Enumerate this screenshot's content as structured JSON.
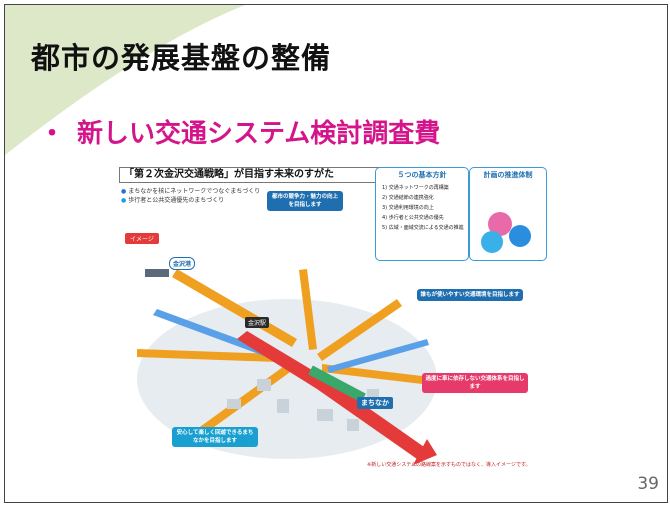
{
  "slide": {
    "title": "都市の発展基盤の整備",
    "bullet_marker": "・",
    "bullet_text": "新しい交通システム検討調査費",
    "page_number": "39"
  },
  "figure": {
    "title": "「第２次金沢交通戦略」が目指す未来のすがた",
    "legend": [
      "まちなかを核にネットワークでつなぐまちづくり",
      "歩行者と公共交通優先のまちづくり"
    ],
    "image_tag": "イメージ",
    "policy_box": {
      "heading": "５つの基本方針",
      "items": [
        "1) 交通ネットワークの再構築",
        "2) 交通結節の連携強化",
        "3) 交通利用環境の向上",
        "4) 歩行者と公共交通の優先",
        "5) 広域・面域交流による交通の推進"
      ]
    },
    "system_box": {
      "heading": "計画の推進体制"
    },
    "bubbles": {
      "city_competitiveness": "都市の競争力・魅力の向上を目指します",
      "easy_environment": "誰もが使いやすい交通環境を目指します",
      "not_car_dependent": "過度に車に依存しない交通体系を目指します",
      "safe_town": "安心して楽しく回遊できるまちなかを目指します"
    },
    "labels": {
      "kanazawa_port": "金沢港",
      "kanazawa_station": "金沢駅",
      "machinaka": "まちなか"
    },
    "footnote": "※新しい交通システムの路線案を示すものではなく、導入イメージです。"
  },
  "colors": {
    "bullet": "#d4148a",
    "accent_blue": "#1f6fb0",
    "arrow_red": "#e53a3a",
    "arrow_orange": "#f0a020",
    "deco_green": "#dde8c8"
  }
}
